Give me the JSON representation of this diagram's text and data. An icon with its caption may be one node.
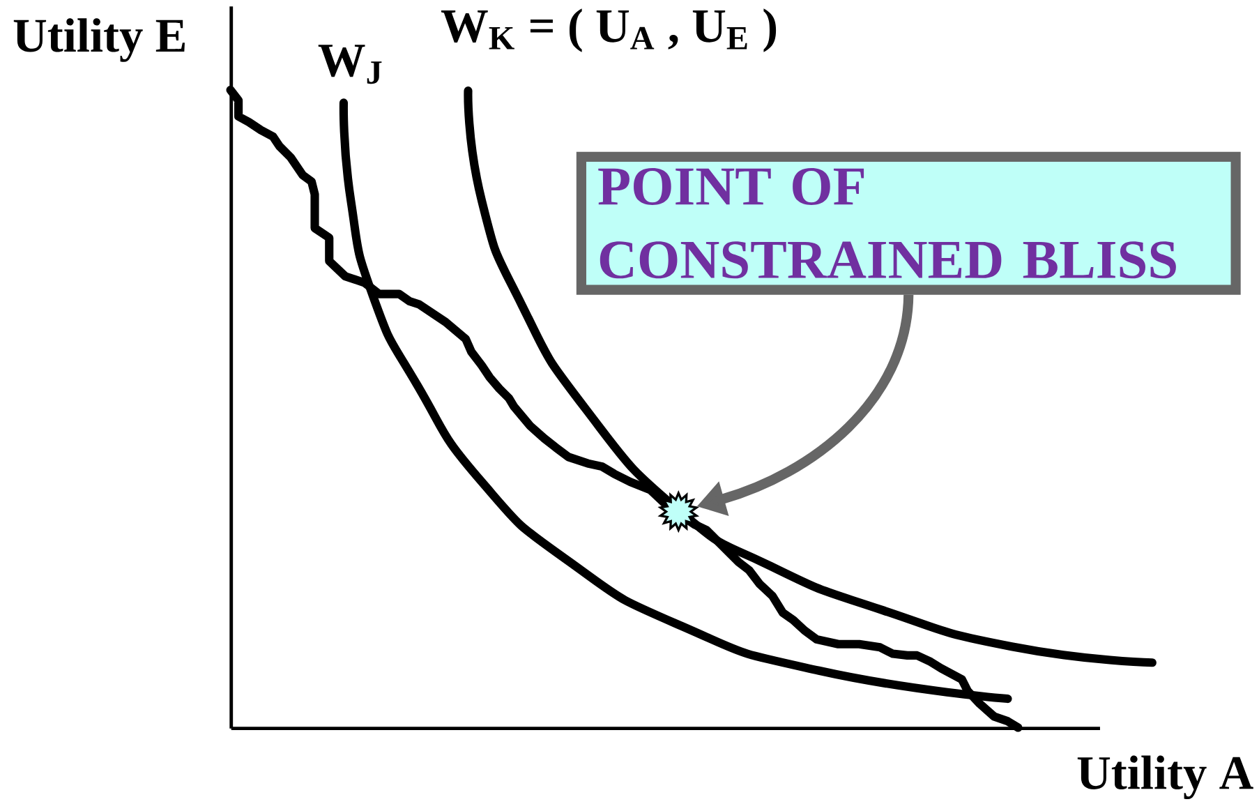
{
  "diagram": {
    "nodes": [
      {
        "text": [
          "POINT OF CONSTRAINED BLISS"
        ]
      },
      {
        "text": [],
        "shape": "star"
      }
    ],
    "edges": [
      {
        "from": 0,
        "to": 1,
        "arrow": "to",
        "color": "#666666"
      }
    ],
    "labels": [
      "Utility E",
      "W$_{K}$ = ( U$_{A}$ , U$_{E}$ )",
      "W$_{J}$",
      "Utility A"
    ]
  }
}
